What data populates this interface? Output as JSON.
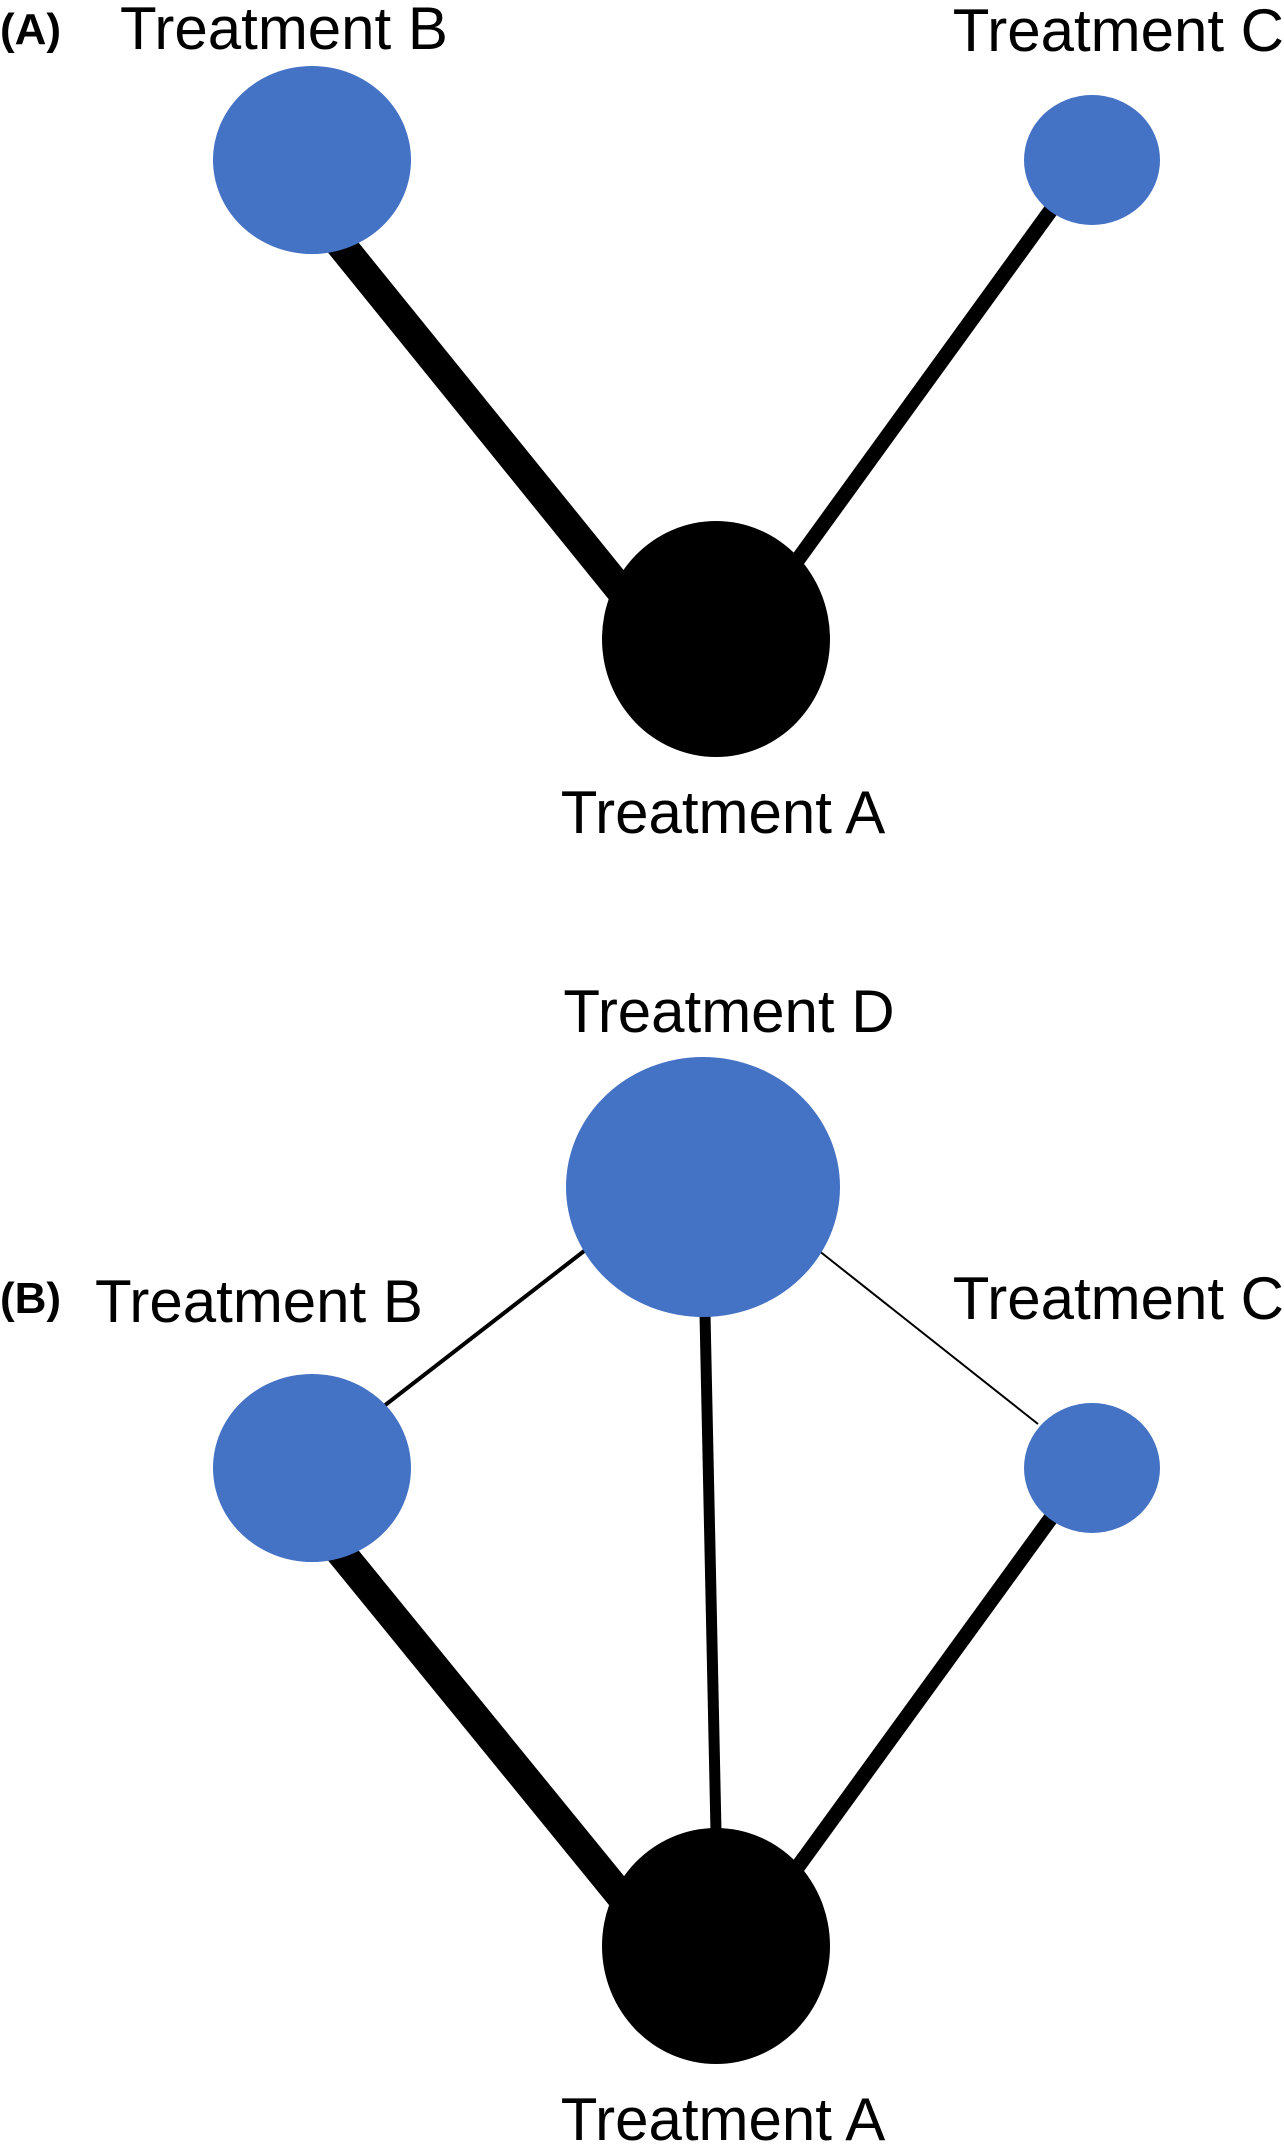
{
  "colors": {
    "reference_node": "#000000",
    "comparator_node": "#4472C4",
    "edge": "#000000",
    "background": "#ffffff"
  },
  "panel_a": {
    "label": "(A)",
    "nodes": {
      "a": "Treatment A",
      "b": "Treatment B",
      "c": "Treatment C"
    }
  },
  "panel_b": {
    "label": "(B)",
    "nodes": {
      "a": "Treatment A",
      "b": "Treatment B",
      "c": "Treatment C",
      "d": "Treatment D"
    }
  }
}
